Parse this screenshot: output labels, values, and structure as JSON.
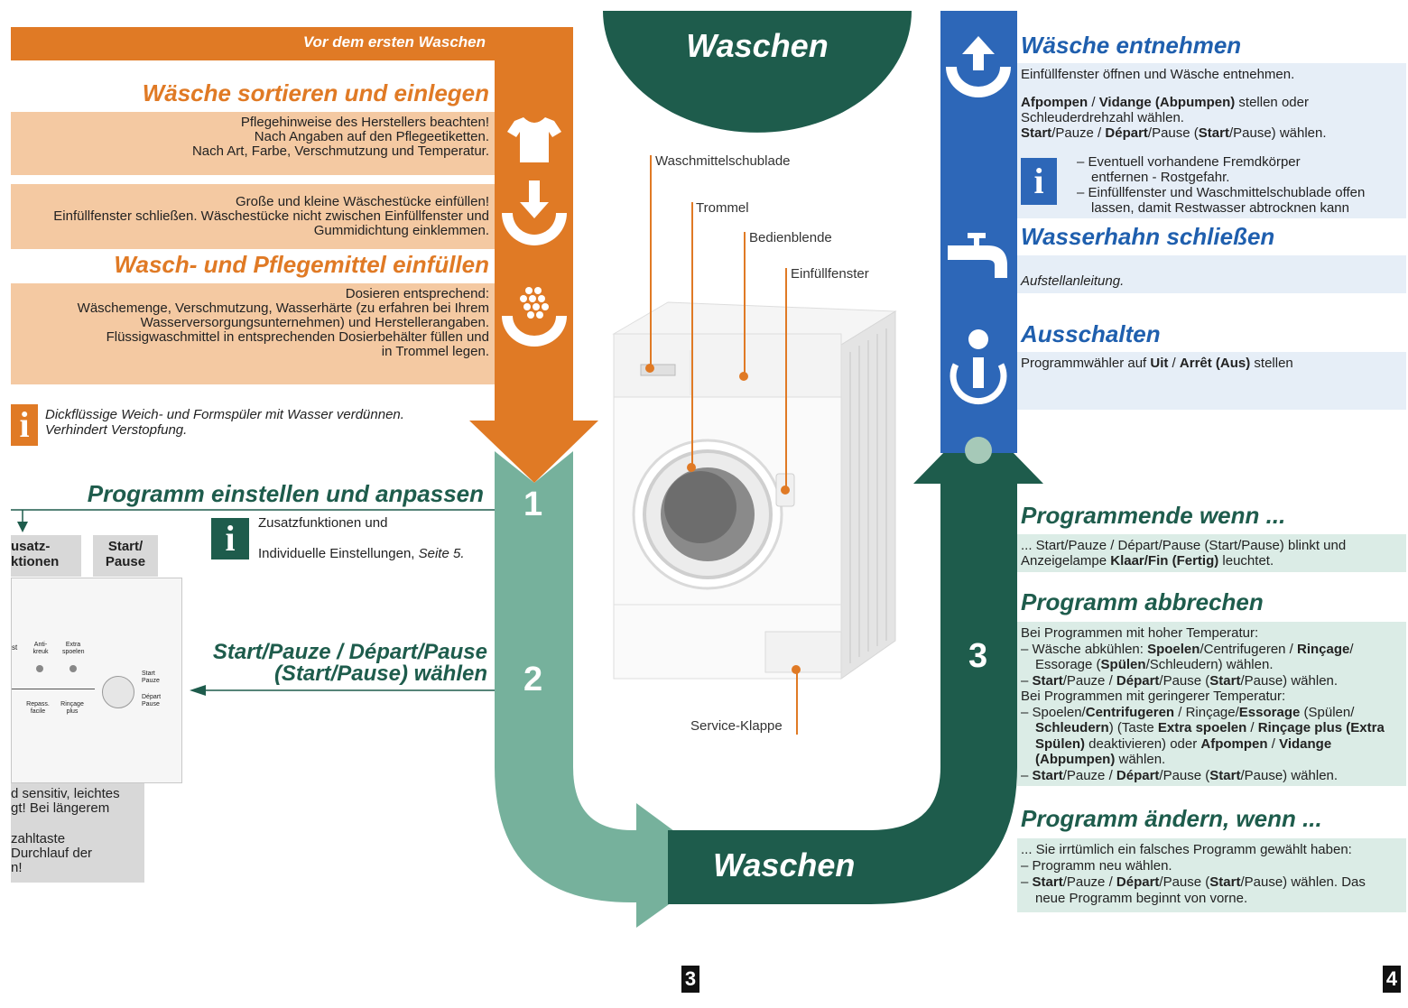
{
  "left": {
    "banner": "Vor dem ersten Waschen",
    "h_sort": "Wäsche sortieren und einlegen",
    "sort_lines": [
      "Pflegehinweise des Herstellers beachten!",
      "Nach Angaben auf den Pflegeetiketten.",
      "Nach Art, Farbe, Verschmutzung und Temperatur."
    ],
    "fill_lines": [
      "Große und kleine Wäschestücke einfüllen!",
      "Einfüllfenster schließen. Wäschestücke nicht zwischen Einfüllfenster und",
      "Gummidichtung einklemmen."
    ],
    "h_detergent": "Wasch- und Pflegemittel einfüllen",
    "det_lines": [
      "Dosieren entsprechend:",
      "Wäschemenge, Verschmutzung, Wasserhärte (zu erfahren bei Ihrem",
      "Wasserversorgungsunternehmen) und Herstellerangaben.",
      "Flüssigwaschmittel in entsprechenden Dosierbehälter füllen und",
      "in Trommel legen."
    ],
    "note_lines": [
      "Dickflüssige Weich- und Formspüler mit Wasser verdünnen.",
      "Verhindert Verstopfung."
    ],
    "h_program": "Programm einstellen und anpassen",
    "prog_info": [
      "Zusatzfunktionen und",
      "Individuelle Einstellungen, ",
      "Seite 5."
    ],
    "panel": {
      "tab1": [
        "usatz-",
        "ktionen"
      ],
      "tab2": [
        "Start/",
        "Pause"
      ],
      "btn_labels": [
        "st",
        "Anti-",
        "kreuk",
        "Extra",
        "spoelen",
        "Repass.",
        "facile",
        "Rinçage",
        "plus"
      ],
      "knob_labels": [
        "Start",
        "Pauze",
        "Départ",
        "Pause"
      ]
    },
    "h_start": [
      "Start/Pauze / Départ/Pause",
      "(Start/Pause) wählen"
    ],
    "cut_lines": [
      "d sensitiv, leichtes",
      "gt! Bei längerem",
      "zahltaste",
      "Durchlauf der",
      "n!"
    ],
    "info_glyph": "i"
  },
  "center": {
    "top_title": "Waschen",
    "bottom_title": "Waschen",
    "step1": "1",
    "step2": "2",
    "step3": "3",
    "labels": {
      "drawer": "Waschmittelschublade",
      "drum": "Trommel",
      "panel": "Bedienblende",
      "door": "Einfüllfenster",
      "service": "Service-Klappe"
    }
  },
  "right": {
    "h_remove": "Wäsche entnehmen",
    "remove_line1": "Einfüllfenster öffnen und Wäsche entnehmen.",
    "remove_p2": {
      "b1": "Afpompen",
      "t1": " / ",
      "b2": "Vidange (Abpumpen)",
      "t2": " stellen oder",
      "t3": "Schleuderdrehzahl wählen."
    },
    "remove_p3": {
      "b1": "Start",
      "t1": "/Pauze / ",
      "b2": "Départ",
      "t2": "/Pause (",
      "b3": "Start",
      "t3": "/Pause) wählen."
    },
    "remove_info": [
      "– Eventuell vorhandene Fremdkörper",
      "entfernen - Rostgefahr.",
      "– Einfüllfenster und Waschmittelschublade offen",
      "lassen, damit Restwasser abtrocknen kann"
    ],
    "h_tap": "Wasserhahn schließen",
    "tap_text": "Aufstellanleitung.",
    "h_off": "Ausschalten",
    "off_text": {
      "t1": "Programmwähler auf ",
      "b1": "Uit",
      "t2": " / ",
      "b2": "Arrêt (Aus)",
      "t3": " stellen"
    },
    "h_end": "Programmende wenn ...",
    "end_text": {
      "t1": "... Start/Pauze / Départ/Pause (Start/Pause) blinkt und",
      "t2": "Anzeigelampe ",
      "b1": "Klaar/Fin (Fertig)",
      "t3": " leuchtet."
    },
    "h_abort": "Programm abbrechen",
    "abort": {
      "l1": "Bei Programmen mit hoher Temperatur:",
      "l2": {
        "t1": "– Wäsche abkühlen: ",
        "b1": "Spoelen",
        "t2": "/Centrifugeren / ",
        "b2": "Rinçage",
        "t3": "/",
        "t4": "Essorage (",
        "b3": "Spülen",
        "t5": "/Schleudern) wählen."
      },
      "l3": {
        "b1": "Start",
        "t1": "/Pauze / ",
        "b2": "Départ",
        "t2": "/Pause (",
        "b3": "Start",
        "t3": "/Pause) wählen."
      },
      "l4": "Bei Programmen mit geringerer Temperatur:",
      "l5": {
        "t1": "– Spoelen/",
        "b1": "Centrifugeren",
        "t2": " / Rinçage/",
        "b2": "Essorage",
        "t3": " (Spülen/",
        "b3": "Schleudern",
        "t4": ") (Taste ",
        "b4": "Extra spoelen",
        "t5": " / ",
        "b5": "Rinçage plus (Extra",
        "b6": "Spülen)",
        "t6": " deaktivieren) oder ",
        "b7": "Afpompen",
        "t7": " / ",
        "b8": "Vidange",
        "b9": "(Abpumpen)",
        "t8": " wählen."
      },
      "l6": {
        "b1": "Start",
        "t1": "/Pauze / ",
        "b2": "Départ",
        "t2": "/Pause (",
        "b3": "Start",
        "t3": "/Pause) wählen."
      }
    },
    "h_change": "Programm ändern, wenn ...",
    "change": {
      "l1": "... Sie irrtümlich ein falsches Programm gewählt haben:",
      "l2": "– Programm neu wählen.",
      "l3": {
        "b1": "Start",
        "t1": "/Pauze / ",
        "b2": "Départ",
        "t2": "/Pause (",
        "b3": "Start",
        "t3": "/Pause) wählen. Das",
        "t4": "neue Programm beginnt von vorne."
      }
    }
  },
  "pages": {
    "p3": "3",
    "p4": "4"
  },
  "colors": {
    "orange": "#e07a25",
    "light_orange": "#f4c9a2",
    "teal": "#76b19c",
    "dark_green": "#1e5c4c",
    "blue": "#2d67b8",
    "light_blue": "#e6eef7",
    "light_green": "#dbece6"
  }
}
